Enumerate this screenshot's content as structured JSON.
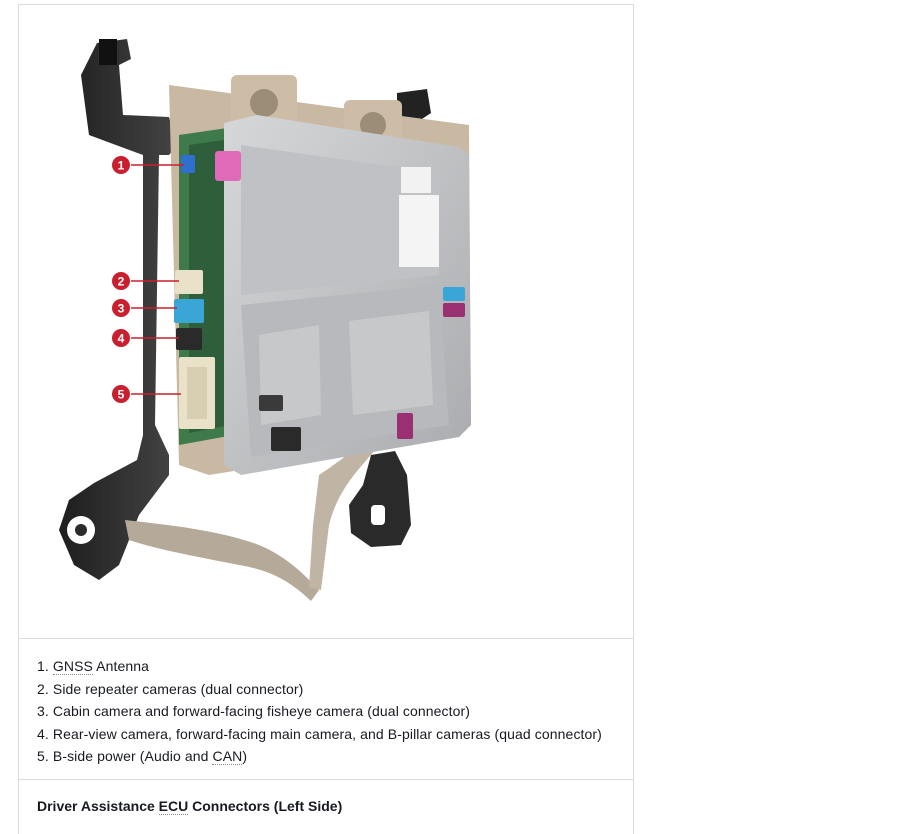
{
  "callouts": [
    {
      "number": "1",
      "color": "#c8202f"
    },
    {
      "number": "2",
      "color": "#c8202f"
    },
    {
      "number": "3",
      "color": "#c8202f"
    },
    {
      "number": "4",
      "color": "#c8202f"
    },
    {
      "number": "5",
      "color": "#c8202f"
    }
  ],
  "legend": [
    {
      "prefix": "1. ",
      "abbr": "GNSS",
      "text": " Antenna"
    },
    {
      "prefix": "2. ",
      "text": "Side repeater cameras (dual connector)"
    },
    {
      "prefix": "3. ",
      "text": "Cabin camera and forward-facing fisheye camera (dual connector)"
    },
    {
      "prefix": "4. ",
      "text": "Rear-view camera, forward-facing main camera, and B-pillar cameras (quad connector)"
    },
    {
      "prefix": "5. ",
      "text": "B-side power (Audio and ",
      "abbr": "CAN",
      "suffix": ")"
    }
  ],
  "caption": {
    "before": "Driver Assistance ",
    "abbr": "ECU",
    "after": " Connectors (Left Side)"
  },
  "colors": {
    "connector_blue": "#2f6fd0",
    "connector_pink": "#e06ab8",
    "connector_cream": "#e9e1c8",
    "connector_cyan": "#3aa6d8",
    "connector_black": "#2a2a2a",
    "connector_violet": "#9a2f72",
    "housing": "#c9cacc",
    "bracket": "#2b2b2b"
  },
  "icons": [
    "ecu-illustration",
    "callout-marker"
  ]
}
